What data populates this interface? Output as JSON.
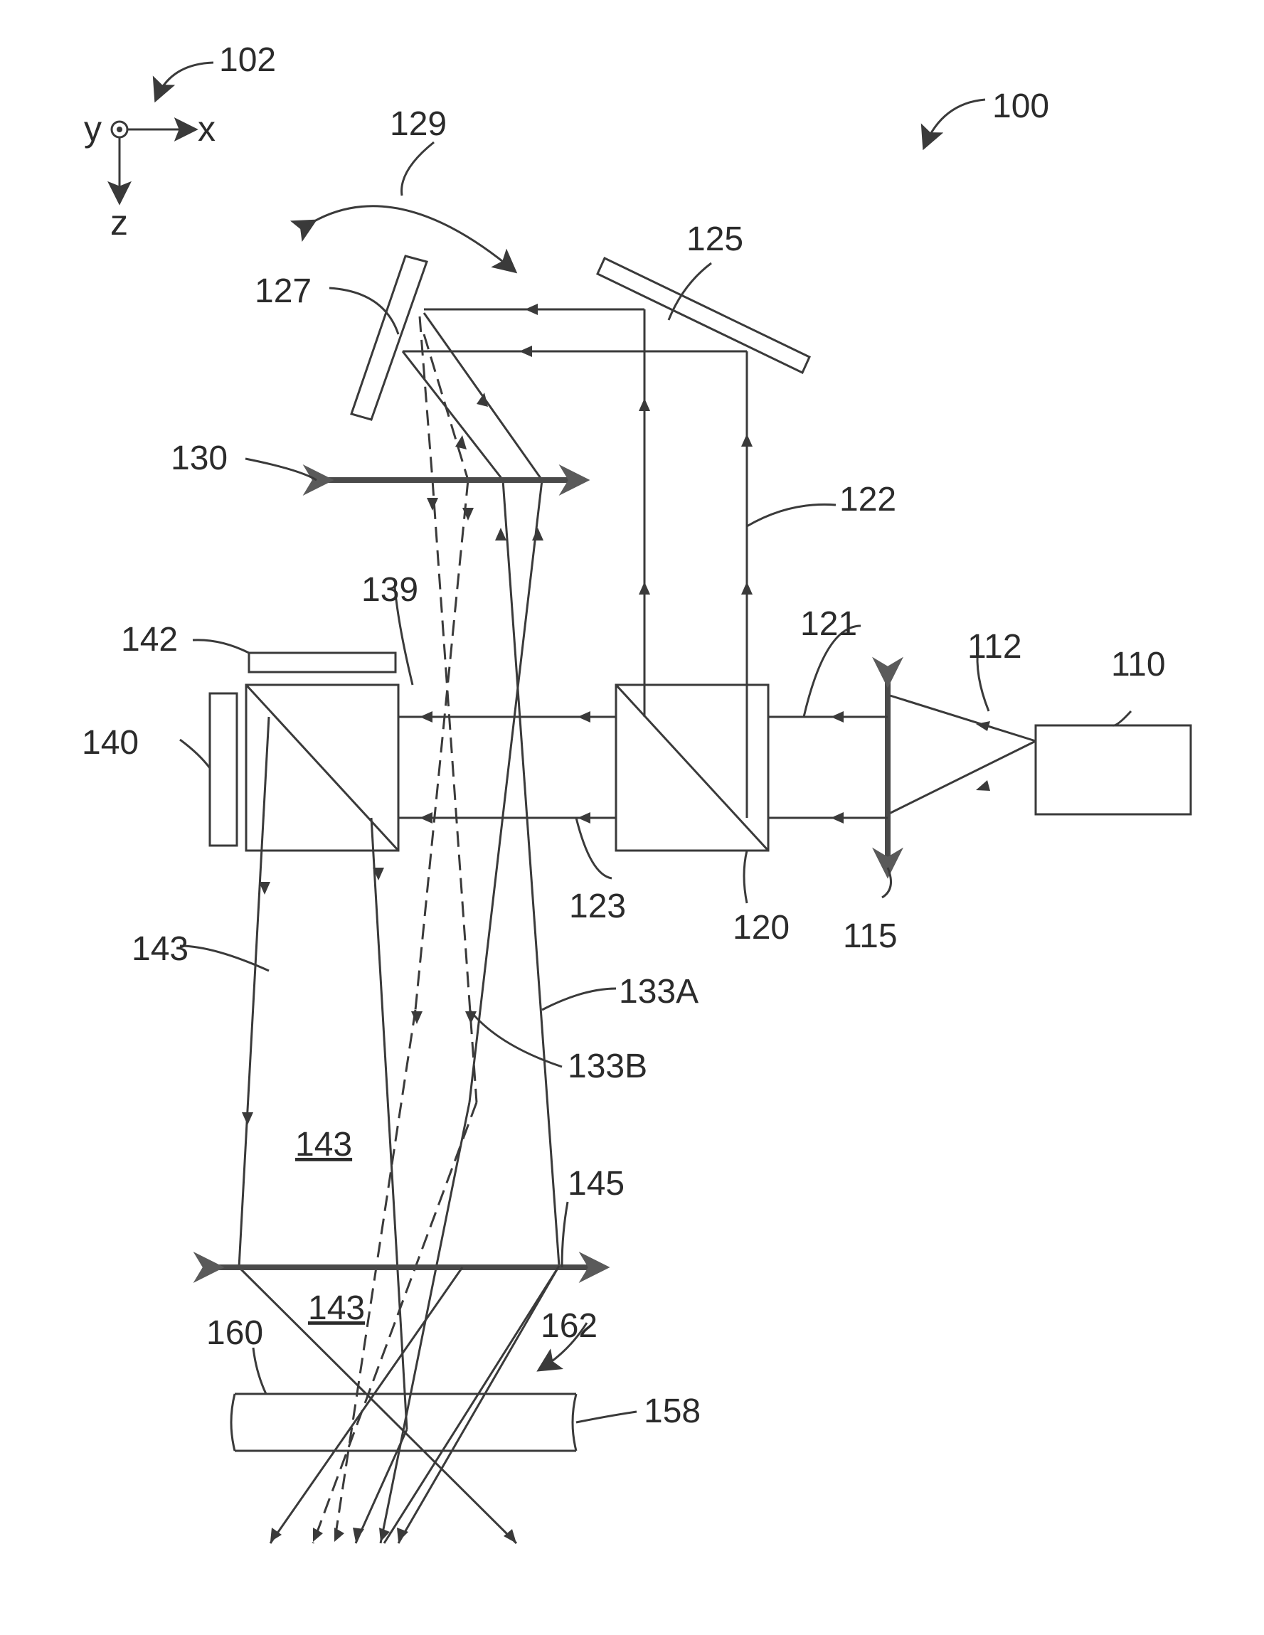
{
  "axes": {
    "y": "y",
    "x": "x",
    "z": "z"
  },
  "labels": {
    "l100": "100",
    "l102": "102",
    "l110": "110",
    "l112": "112",
    "l115": "115",
    "l120": "120",
    "l121": "121",
    "l122": "122",
    "l123": "123",
    "l125": "125",
    "l127": "127",
    "l129": "129",
    "l130": "130",
    "l133a": "133A",
    "l133b": "133B",
    "l139": "139",
    "l140": "140",
    "l142": "142",
    "l143a": "143",
    "l143b": "143",
    "l143c": "143",
    "l145": "145",
    "l158": "158",
    "l160": "160",
    "l162": "162"
  },
  "underlined_labels": [
    "l143b",
    "l143c"
  ]
}
